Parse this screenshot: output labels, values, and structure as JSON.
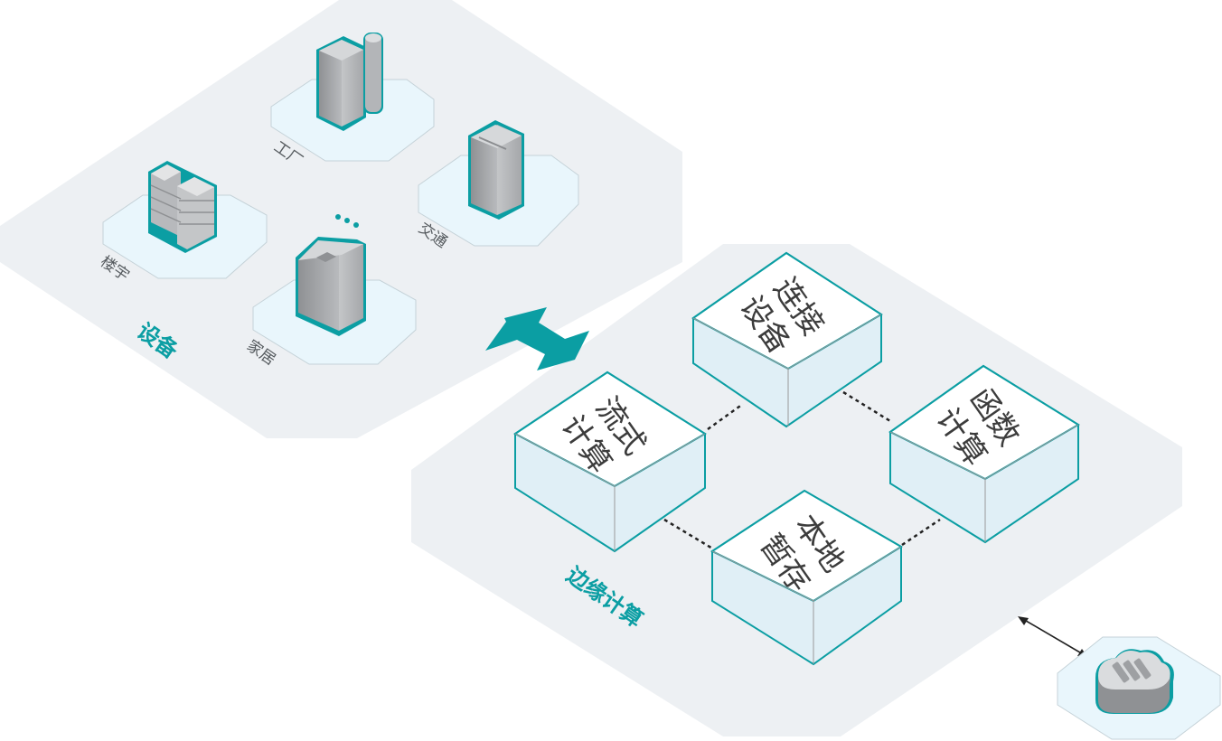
{
  "colors": {
    "accent": "#0b9ea3",
    "panel": "#edf0f3",
    "pad": "#e9f6fc",
    "cube_top": "#ffffff",
    "cube_side": "#e0eff6",
    "device_gray": "#a9abae"
  },
  "devices_zone": {
    "title": "设备",
    "items": [
      {
        "label": "工厂",
        "icon": "factory-building-icon"
      },
      {
        "label": "交通",
        "icon": "transport-building-icon"
      },
      {
        "label": "楼宇",
        "icon": "office-building-icon"
      },
      {
        "label": "家居",
        "icon": "home-building-icon"
      }
    ],
    "more": "..."
  },
  "connector": {
    "icon": "bidirectional-arrow-icon"
  },
  "edge_zone": {
    "title": "边缘计算",
    "modules": [
      {
        "line1": "连接",
        "line2": "设备"
      },
      {
        "line1": "流式",
        "line2": "计算"
      },
      {
        "line1": "函数",
        "line2": "计算"
      },
      {
        "line1": "本地",
        "line2": "暂存"
      }
    ]
  },
  "cloud": {
    "icon": "cloud-server-icon"
  }
}
